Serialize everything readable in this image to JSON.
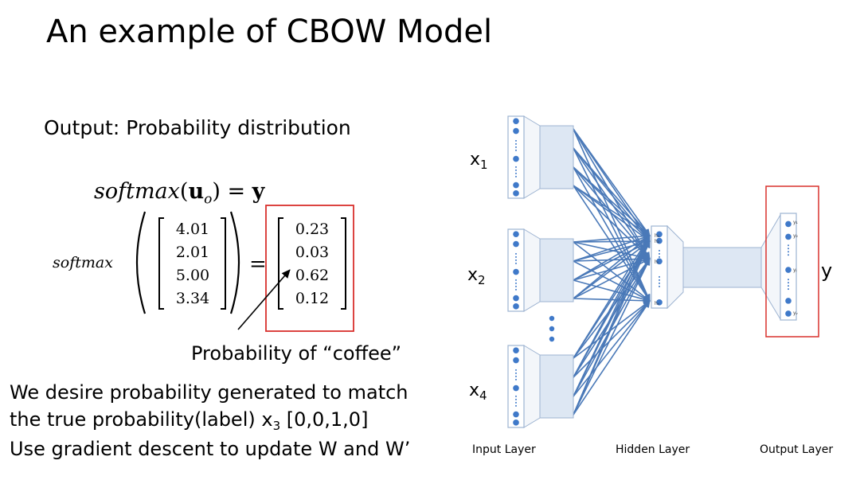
{
  "slide": {
    "title": "An example of CBOW Model",
    "output_label": "Output: Probability distribution",
    "formula": {
      "func_name": "softmax",
      "arg": "u",
      "arg_sub": "o",
      "equals": "=",
      "result": "y"
    },
    "softmax_word": "softmax",
    "input_vector": [
      "4.01",
      "2.01",
      "5.00",
      "3.34"
    ],
    "output_vector": [
      "0.23",
      "0.03",
      "0.62",
      "0.12"
    ],
    "equals_sign": "=",
    "coffee_label": "Probability of “coffee”",
    "body_lines": {
      "line1": "We desire probability generated to match",
      "line2_text": "the true probability(label)   x",
      "line2_sub": "3",
      "line2_tail": " [0,0,1,0]",
      "line3": "Use gradient descent to update W and W’"
    },
    "highlight_color": "#d9302c"
  },
  "diagram": {
    "inputs": [
      {
        "base": "x",
        "sub": "1"
      },
      {
        "base": "x",
        "sub": "2"
      },
      {
        "base": "x",
        "sub": "4"
      }
    ],
    "output_label": "y",
    "layer_labels": {
      "input": "Input Layer",
      "hidden": "Hidden Layer",
      "output": "Output Layer"
    },
    "hidden_node_labels": [
      "h₁",
      "h₂",
      "hᵢ",
      "hₙ"
    ],
    "output_node_labels": [
      "y₁",
      "y₂",
      "yⱼ",
      "yᵥ"
    ],
    "colors": {
      "edge": "#4a79b8",
      "node": "#3f79c9",
      "box_fill": "#dde7f3",
      "box_stroke": "#9db3d1"
    }
  }
}
